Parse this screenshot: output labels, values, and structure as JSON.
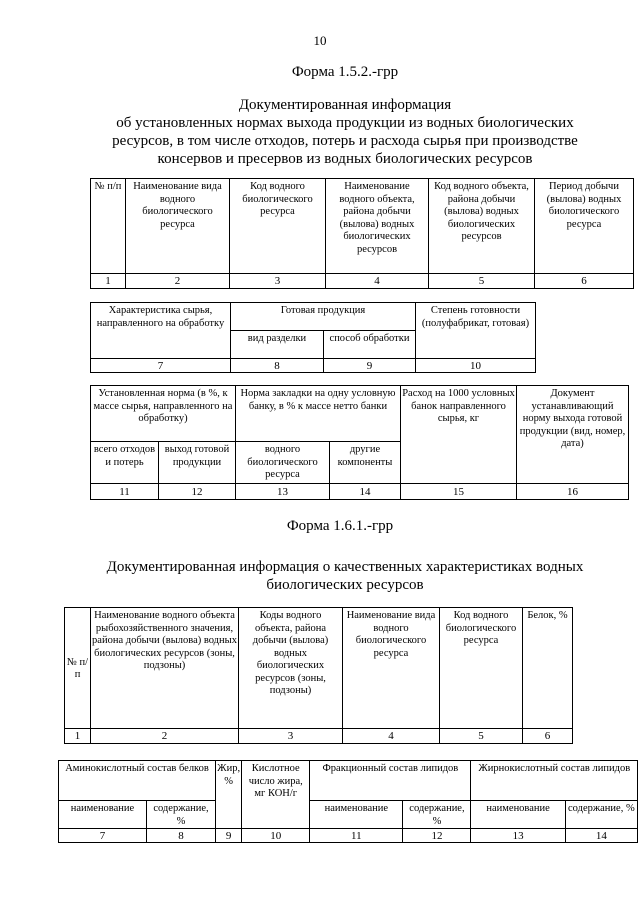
{
  "page_number": "10",
  "form1": {
    "title": "Форма 1.5.2.-грр",
    "heading": [
      "Документированная информация",
      "об установленных нормах выхода продукции из водных биологических",
      "ресурсов, в том числе отходов, потерь и расхода сырья при производстве",
      "консервов и пресервов из водных биологических ресурсов"
    ],
    "t1": {
      "h": [
        "№ п/п",
        "Наименование вида водного биологического ресурса",
        "Код водного биологического ресурса",
        "Наименование водного объекта, района добычи (вылова) водных биологических ресурсов",
        "Код водного объекта, района добычи (вылова) водных биологических ресурсов",
        "Период добычи (вылова) водных биологического ресурса"
      ],
      "n": [
        "1",
        "2",
        "3",
        "4",
        "5",
        "6"
      ]
    },
    "t2": {
      "h1": [
        "Характеристика сырья, направленного на обработку",
        "Готовая продукция",
        "Степень готовности (полуфабрикат, готовая)"
      ],
      "h2": [
        "вид разделки",
        "способ обработки"
      ],
      "n": [
        "7",
        "8",
        "9",
        "10"
      ]
    },
    "t3": {
      "h1": [
        "Установленная норма (в %, к массе сырья, направленного на обработку)",
        "Норма закладки на одну условную банку, в % к массе нетто банки",
        "Расход на 1000 условных банок направленного сырья, кг",
        "Документ устанавливающий норму выхода готовой продукции (вид, номер, дата)"
      ],
      "h2": [
        "всего отходов и потерь",
        "выход готовой продукции",
        "водного биологического ресурса",
        "другие компоненты"
      ],
      "n": [
        "11",
        "12",
        "13",
        "14",
        "15",
        "16"
      ]
    }
  },
  "form2": {
    "title": "Форма 1.6.1.-грр",
    "heading": [
      "Документированная информация о качественных характеристиках водных",
      "биологических ресурсов"
    ],
    "t4": {
      "h": [
        "№ п/п",
        "Наименование водного объекта рыбохозяйственного значения, района добычи (вылова) водных биологических ресурсов (зоны, подзоны)",
        "Коды водного объекта, района добычи (вылова) водных биологических ресурсов (зоны, подзоны)",
        "Наименование вида водного биологического ресурса",
        "Код водного биологического ресурса",
        "Белок, %"
      ],
      "n": [
        "1",
        "2",
        "3",
        "4",
        "5",
        "6"
      ]
    },
    "t5": {
      "h1": [
        "Аминокислотный состав белков",
        "Жир, %",
        "Кислотное число жира, мг КОН/г",
        "Фракционный состав липидов",
        "Жирнокислотный состав липидов"
      ],
      "h2": [
        "наименование",
        "содержание, %",
        "наименование",
        "содержание, %",
        "наименование",
        "содержание, %"
      ],
      "n": [
        "7",
        "8",
        "9",
        "10",
        "11",
        "12",
        "13",
        "14"
      ]
    }
  }
}
